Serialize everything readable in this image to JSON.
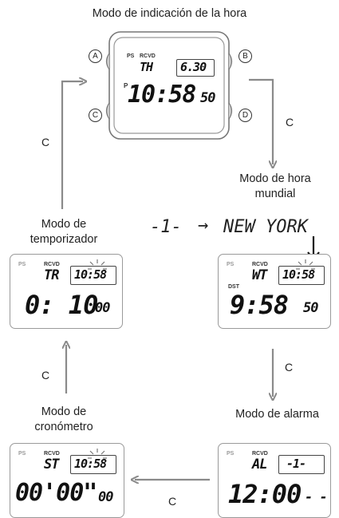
{
  "labels": {
    "timekeeping": "Modo de indicación de la hora",
    "worldtime": [
      "Modo de hora",
      "mundial"
    ],
    "timer": [
      "Modo de",
      "temporizador"
    ],
    "alarm": "Modo de alarma",
    "stopwatch": [
      "Modo de",
      "cronómetro"
    ]
  },
  "key_c": "C",
  "buttons": {
    "a": "A",
    "b": "B",
    "c": "C",
    "d": "D"
  },
  "city_sequence": {
    "from": "-1-",
    "arrow": "→",
    "to": "NEW  YORK"
  },
  "displays": {
    "timekeeping": {
      "ps": "PS",
      "rcvd": "RCVD",
      "mode": "TH",
      "date": "6.30",
      "pm": "P",
      "time": "10:58",
      "sec": "50"
    },
    "worldtime": {
      "ps": "PS",
      "rcvd": "RCVD",
      "mode": "WT",
      "time_small": "10:58",
      "dst": "DST",
      "time": "9:58",
      "sec": "50"
    },
    "timer": {
      "ps": "PS",
      "rcvd": "RCVD",
      "mode": "TR",
      "time_small": "10:58",
      "time": "0: 10",
      "sec": "00"
    },
    "alarm": {
      "ps": "PS",
      "rcvd": "RCVD",
      "mode": "AL",
      "alarm_no": "-1-",
      "time": "12:00",
      "sec": "- -"
    },
    "stopwatch": {
      "ps": "PS",
      "rcvd": "RCVD",
      "mode": "ST",
      "time_small": "10:58",
      "time": "00'00\"",
      "sec": "00"
    }
  },
  "colors": {
    "arrow": "#8a8a8a",
    "frame": "#9a9a9a",
    "segment": "#111111"
  }
}
